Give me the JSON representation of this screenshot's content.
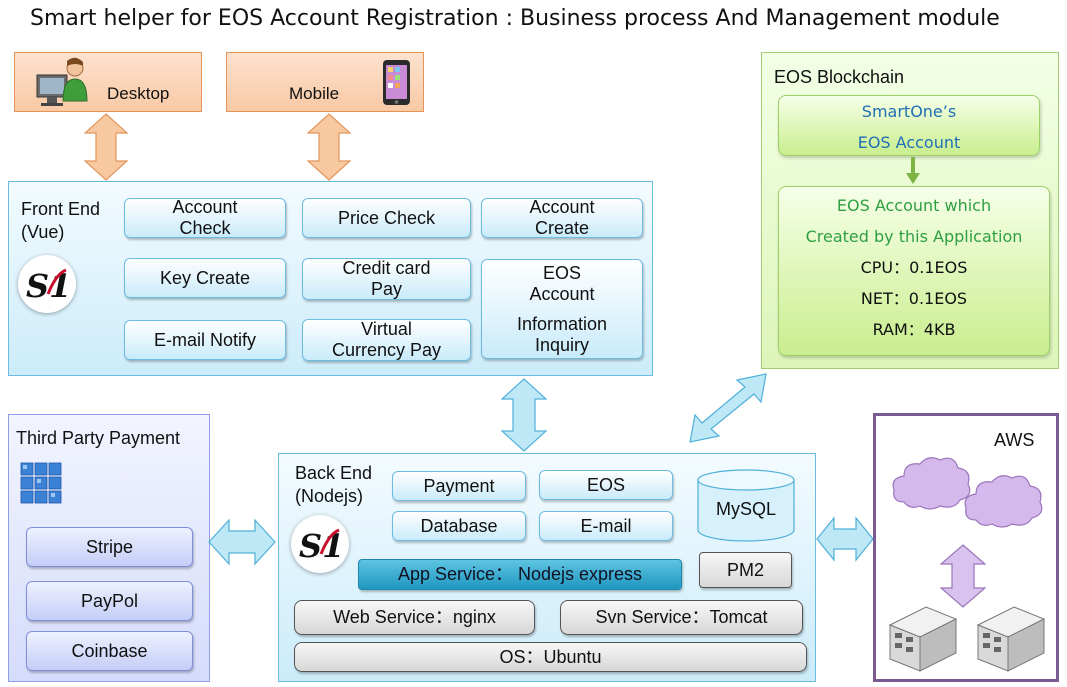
{
  "title": "Smart helper for EOS Account Registration :  Business process And Management module",
  "clients": {
    "desktop": "Desktop",
    "mobile": "Mobile"
  },
  "frontend": {
    "heading": [
      "Front End",
      "(Vue)"
    ],
    "logo": "S1",
    "buttons": {
      "account_check": [
        "Account",
        "Check"
      ],
      "price_check": "Price Check",
      "account_create": [
        "Account",
        "Create"
      ],
      "key_create": "Key Create",
      "credit_card_pay": [
        "Credit card",
        "Pay"
      ],
      "eos_account_info": [
        "EOS",
        "Account",
        "Information",
        "Inquiry"
      ],
      "email_notify": "E-mail Notify",
      "virtual_currency_pay": [
        "Virtual",
        "Currency Pay"
      ]
    }
  },
  "blockchain": {
    "heading": "EOS Blockchain",
    "smartone": [
      "SmartOne’s",
      "EOS Account"
    ],
    "app_account": [
      "EOS Account which",
      "Created by this Application"
    ],
    "resources": [
      "CPU：0.1EOS",
      "NET：0.1EOS",
      "RAM：4KB"
    ]
  },
  "third_party": {
    "heading": "Third Party Payment",
    "items": [
      "Stripe",
      "PayPol",
      "Coinbase"
    ]
  },
  "backend": {
    "heading": [
      "Back End",
      "(Nodejs)"
    ],
    "logo": "S1",
    "modules": {
      "payment": "Payment",
      "eos": "EOS",
      "database": "Database",
      "email": "E-mail"
    },
    "mysql": "MySQL",
    "pm2": "PM2",
    "app_service": "App Service： Nodejs express",
    "web_service": "Web Service：nginx",
    "svn_service": "Svn Service：Tomcat",
    "os": "OS：Ubuntu"
  },
  "aws": {
    "heading": "AWS"
  },
  "colors": {
    "green_text": "#2ea043",
    "blue_text": "#1f6fb5",
    "arrow_orange": "#f8c9a0",
    "arrow_blue": "#bfe8f7",
    "arrow_purple": "#d7c3ee"
  }
}
